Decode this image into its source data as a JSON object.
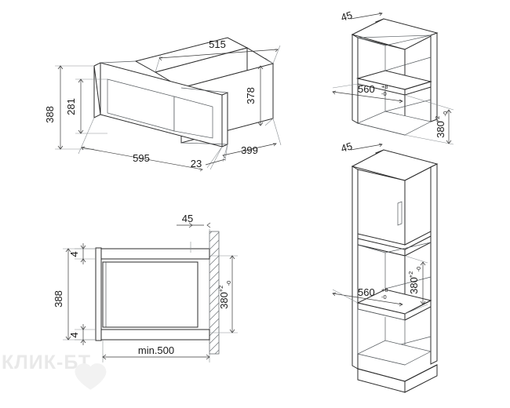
{
  "document": {
    "type": "technical-installation-drawing",
    "subject": "built-in microwave oven",
    "background_color": "#ffffff",
    "line_color": "#2b2b2b",
    "dimension_color": "#3a3a3a"
  },
  "watermark": {
    "text": "КЛИК-БТ",
    "icon": "heart-icon",
    "color": "#e9e9e9"
  },
  "views": {
    "appliance_iso": {
      "name": "appliance-isometric-view",
      "dimensions": {
        "height_overall": "388",
        "height_door_glass": "281",
        "width_front": "595",
        "depth_top": "515",
        "height_body": "378",
        "depth_side": "399",
        "front_trim": "23"
      }
    },
    "niche_top_iso": {
      "name": "wall-cabinet-niche-view",
      "dimensions": {
        "front_offset": "45",
        "niche_width": "560",
        "niche_width_tol_upper": "+8",
        "niche_width_tol_lower": "-0",
        "niche_height": "380",
        "niche_height_tol_upper": "+2",
        "niche_height_tol_lower": "-0"
      }
    },
    "cabinet_tall_iso": {
      "name": "tall-column-cabinet-view",
      "dimensions": {
        "front_offset": "45",
        "niche_width": "560",
        "niche_width_tol_upper": "+8",
        "niche_width_tol_lower": "-0",
        "niche_height": "380",
        "niche_height_tol_upper": "+2",
        "niche_height_tol_lower": "-0"
      }
    },
    "section_front": {
      "name": "installation-section-view",
      "dimensions": {
        "wall_offset": "45",
        "gap_top": "4",
        "gap_bottom": "4",
        "height_overall": "388",
        "niche_height": "380",
        "niche_height_tol_upper": "+2",
        "niche_height_tol_lower": "-0",
        "min_depth": "min.500"
      }
    }
  }
}
